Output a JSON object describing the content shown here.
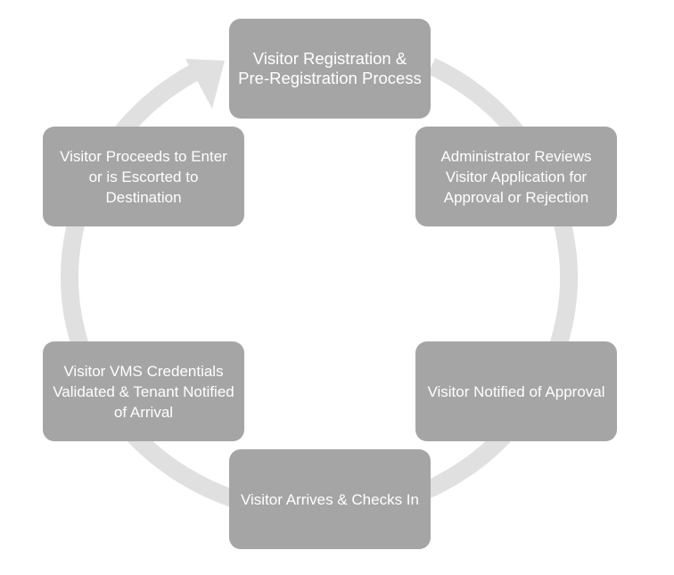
{
  "diagram": {
    "colors": {
      "box": "#a5a5a5",
      "ring": "#e0e0e0",
      "text": "#ffffff",
      "background": "#ffffff"
    },
    "steps": [
      {
        "label": "Visitor Registration & Pre-Registration Process"
      },
      {
        "label": "Administrator Reviews Visitor Application for Approval or Rejection"
      },
      {
        "label": "Visitor Notified of Approval"
      },
      {
        "label": "Visitor Arrives & Checks In"
      },
      {
        "label": "Visitor VMS Credentials Validated & Tenant Notified of Arrival"
      },
      {
        "label": "Visitor Proceeds to Enter or is Escorted to Destination"
      }
    ]
  }
}
